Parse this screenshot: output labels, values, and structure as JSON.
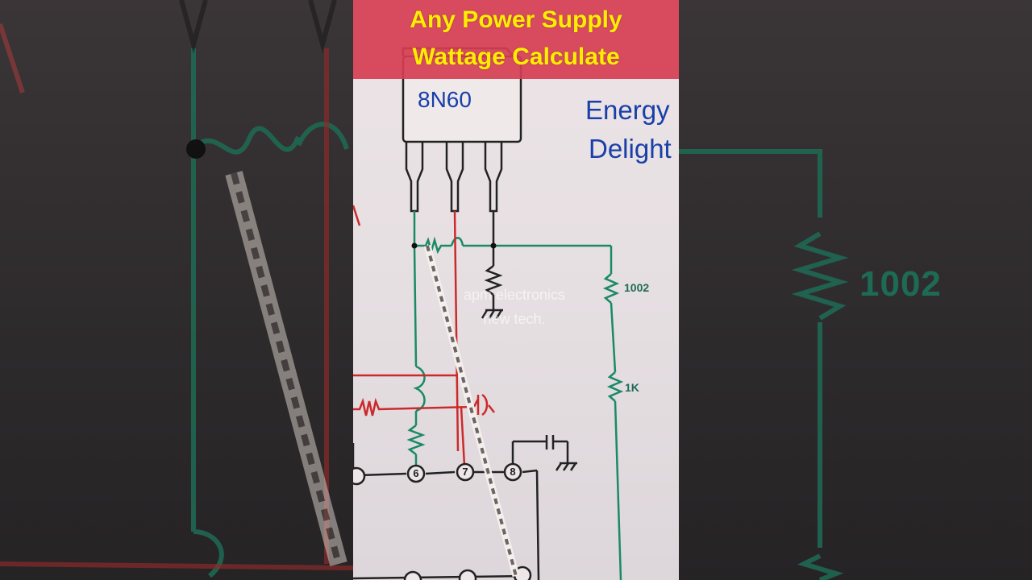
{
  "video": {
    "title_line1": "Any Power Supply",
    "title_line2": "Wattage Calculate",
    "banner_color": "#d63e52",
    "title_color": "#ffee00"
  },
  "whiteboard": {
    "chip_label": "8N60",
    "brand_line1": "Energy",
    "brand_line2": "Delight",
    "resistor_labels": [
      "1002",
      "1K"
    ],
    "ic_pins": [
      "6",
      "7",
      "8"
    ],
    "watermark_line1": "apm electronics",
    "watermark_line2": "new tech."
  },
  "blurred_background": {
    "resistor_label": "1002"
  }
}
